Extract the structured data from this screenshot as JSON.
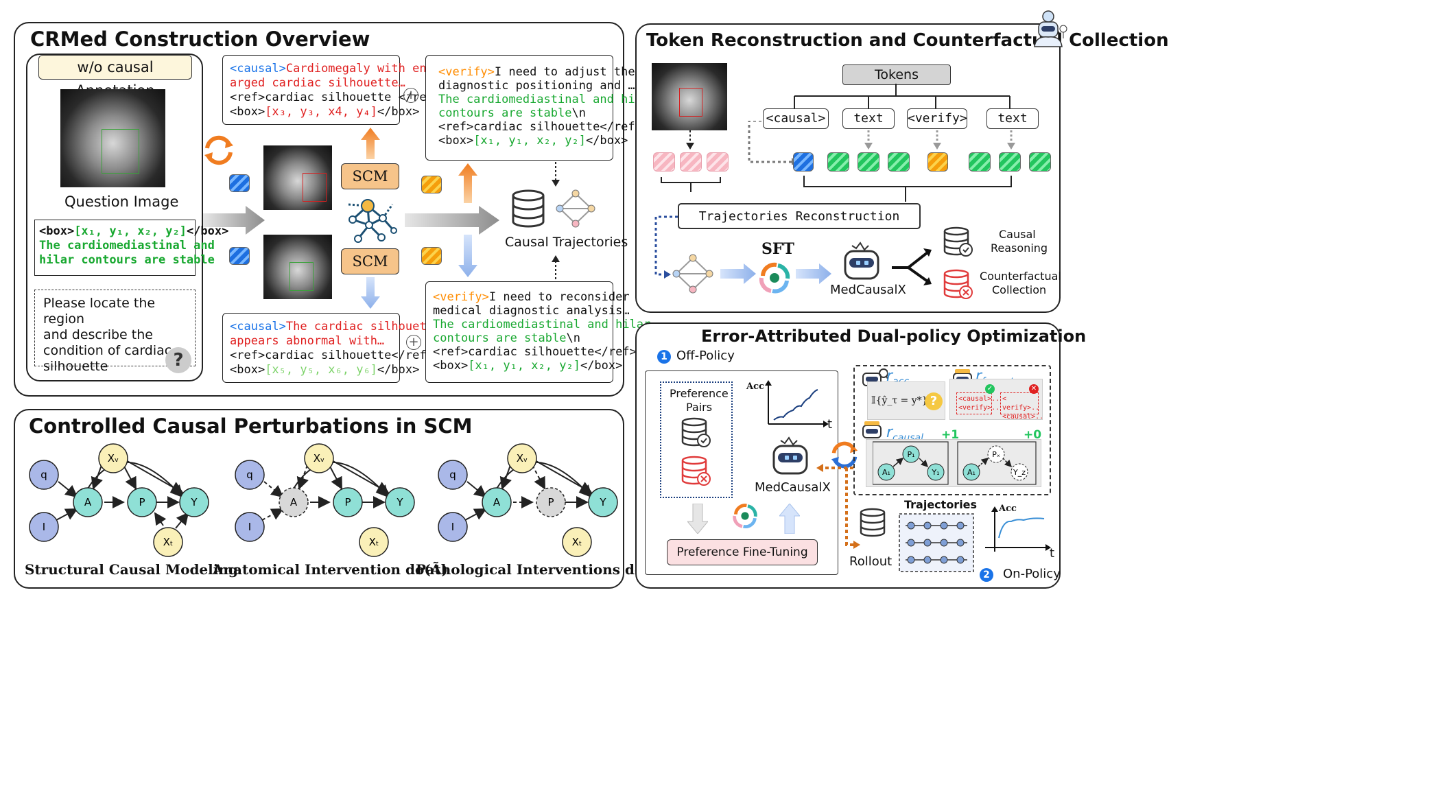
{
  "top_left": {
    "title": "CRMed Construction Overview",
    "annotation_tag": "w/o causal Annotation",
    "question_image_label": "Question Image",
    "box_line_prefix": "<box>",
    "box_line_coords": "[x₁, y₁, x₂, y₂]",
    "box_line_suffix": "</box>",
    "green_statement_1": "The cardiomediastinal and",
    "green_statement_2": "hilar contours are stable",
    "question_1": "Please locate the region",
    "question_2": "and describe the",
    "question_3": "condition of cardiac",
    "question_4": "silhouette",
    "scm_label_top": "SCM",
    "scm_label_bottom": "SCM",
    "causal_traj_label": "Causal Trajectories",
    "box1": {
      "tag": "<causal>",
      "text1": "Cardiomegaly with enl-",
      "text2": "arged cardiac silhouette…",
      "ref": "<ref>cardiac silhouette </ref>",
      "box_open": "<box>",
      "coords": "[x₃, y₃, x4, y₄]",
      "box_close": "</box>"
    },
    "box2": {
      "tag": "<verify>",
      "text1": "I need to adjust the",
      "text2": "diagnostic positioning and …",
      "green1": "The cardiomediastinal and hilar",
      "green2": "contours are stable",
      "nl": "\\n",
      "ref": "<ref>cardiac silhouette</ref>",
      "box_open": "<box>",
      "coords": "[x₁, y₁, x₂, y₂]",
      "box_close": "</box>"
    },
    "box3": {
      "tag": "<causal>",
      "text1": "The cardiac silhouette",
      "text2": "appears abnormal with…",
      "ref": "<ref>cardiac silhouette</ref>",
      "box_open": " <box>",
      "coords": "[x₅, y₅, x₆, y₆]",
      "box_close": "</box>"
    },
    "box4": {
      "tag": "<verify>",
      "text1": "I need to reconsider this",
      "text2": "medical diagnostic analysis…",
      "green1": "The cardiomediastinal and hilar",
      "green2": "contours are stable",
      "nl": "\\n",
      "ref": "<ref>cardiac silhouette</ref>",
      "box_open": "<box>",
      "coords": "[x₁, y₁, x₂, y₂]",
      "box_close": "</box>"
    }
  },
  "bottom_left": {
    "title": "Controlled Causal Perturbations in SCM",
    "node_labels": {
      "q": "q",
      "I": "I",
      "A": "A",
      "P": "P",
      "Y": "Y",
      "Xv": "Xᵥ",
      "Xt": "Xₜ"
    },
    "caption_1": "Structural Causal Modeling",
    "caption_2": "Anatomical Intervention do(Ã)",
    "caption_3": "Pathological Interventions do(P̃)"
  },
  "top_right": {
    "title": "Token Reconstruction and Counterfactual Collection",
    "tokens_label": "Tokens",
    "tags": [
      "<causal>",
      "text",
      "<verify>",
      "text"
    ],
    "traj_reconstruction": "Trajectories Reconstruction",
    "sft": "SFT",
    "model_name": "MedCausalX",
    "out_1a": "Causal",
    "out_1b": "Reasoning",
    "out_2a": "Counterfactual",
    "out_2b": "Collection"
  },
  "bottom_right": {
    "title": "Error-Attributed Dual-policy Optimization",
    "off_policy_num": "1",
    "off_policy": "Off-Policy",
    "pref_1": "Preference",
    "pref_2": "Pairs",
    "acc": "Acc",
    "t": "t",
    "model_name": "MedCausalX",
    "pref_ft": "Preference Fine-Tuning",
    "r_acc": "r",
    "r_acc_sub": "acc",
    "r_format": "r",
    "r_format_sub": "format",
    "indicator": "𝕀{ŷ_τ = y*}",
    "fmt_ok_1": "<causal>..",
    "fmt_ok_2": "<verify>..",
    "fmt_bad_1": "< verify>..",
    "fmt_bad_2": "<causal>..",
    "r_causal": "r",
    "r_causal_sub": "causal",
    "plus1": "+1",
    "plus0": "+0",
    "a1": "A₁",
    "p1": "P₁",
    "y1": "Y₁",
    "px": "Pₓ",
    "yz": "Y_z",
    "trajectories": "Trajectories",
    "rollout": "Rollout",
    "on_policy_num": "2",
    "on_policy": "On-Policy"
  }
}
